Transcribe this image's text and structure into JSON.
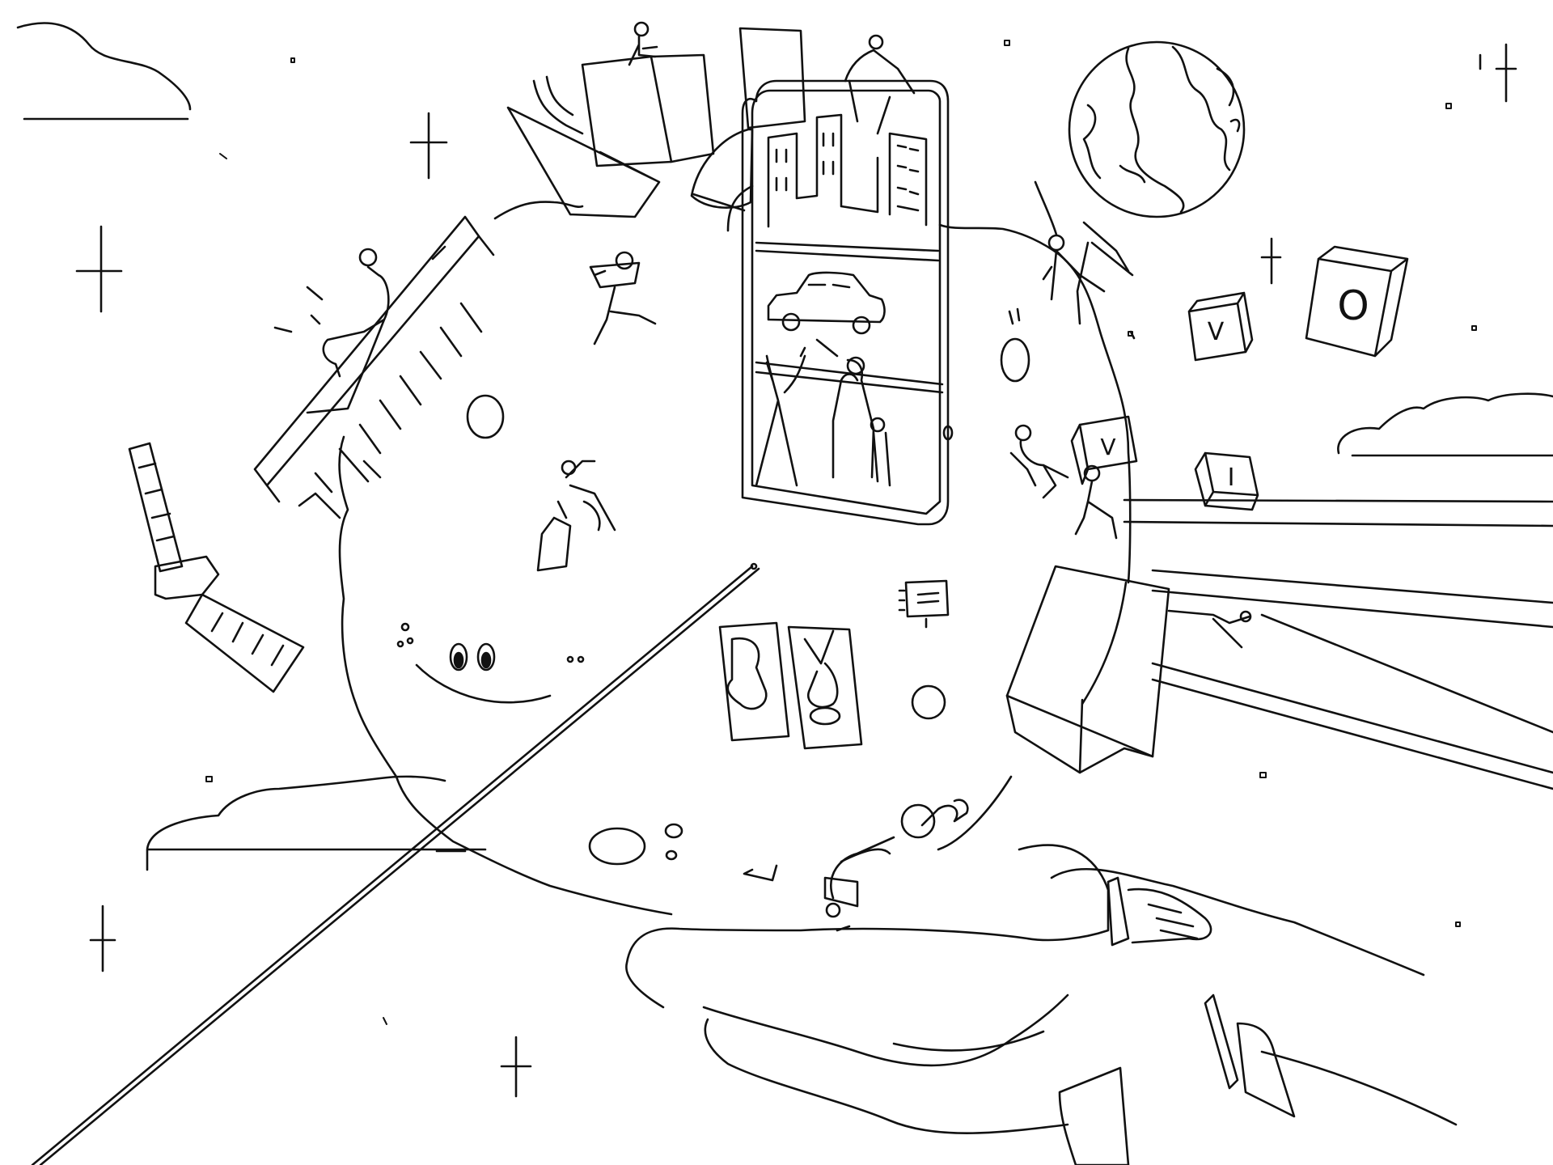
{
  "colors": {
    "ink": "#111111",
    "paper": "#ffffff",
    "soft": "#444444"
  },
  "blocks": [
    {
      "letter": "V"
    },
    {
      "letter": "O"
    },
    {
      "letter": "V"
    },
    {
      "letter": "I"
    }
  ]
}
